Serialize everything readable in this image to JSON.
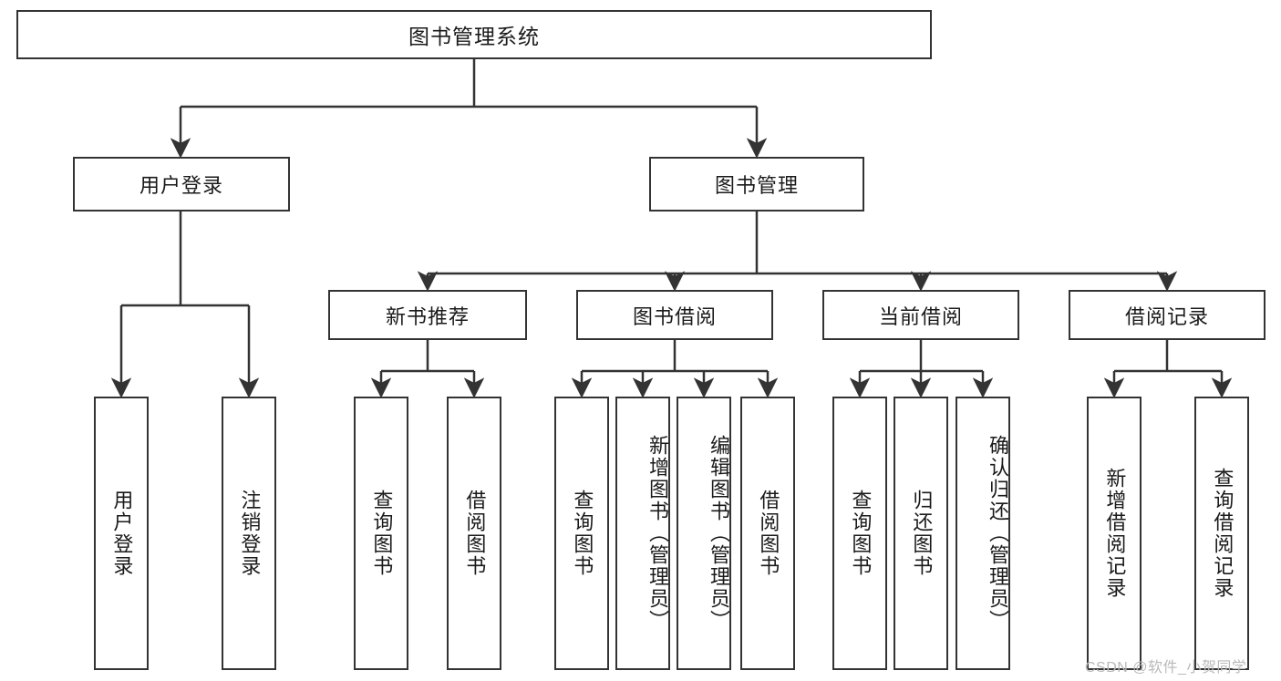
{
  "diagram": {
    "type": "tree",
    "title": "图书管理系统",
    "root": {
      "label": "图书管理系统"
    },
    "level2": [
      {
        "label": "用户登录"
      },
      {
        "label": "图书管理"
      }
    ],
    "level3": [
      {
        "label": "新书推荐"
      },
      {
        "label": "图书借阅"
      },
      {
        "label": "当前借阅"
      },
      {
        "label": "借阅记录"
      }
    ],
    "leaves": {
      "user_login": [
        {
          "label": "用户登录"
        },
        {
          "label": "注销登录"
        }
      ],
      "new_book": [
        {
          "label": "查询图书"
        },
        {
          "label": "借阅图书"
        }
      ],
      "borrow_book": [
        {
          "label": "查询图书"
        },
        {
          "label": "新增图书（管理员）"
        },
        {
          "label": "编辑图书（管理员）"
        },
        {
          "label": "借阅图书"
        }
      ],
      "current_borrow": [
        {
          "label": "查询图书"
        },
        {
          "label": "归还图书"
        },
        {
          "label": "确认归还（管理员）"
        }
      ],
      "borrow_record": [
        {
          "label": "新增借阅记录"
        },
        {
          "label": "查询借阅记录"
        }
      ]
    }
  },
  "watermark": {
    "text": "CSDN @软件_小贺同学"
  },
  "colors": {
    "stroke": "#333333",
    "text": "#1a1a1a",
    "background": "#ffffff",
    "watermark": "#b9b9b9"
  }
}
